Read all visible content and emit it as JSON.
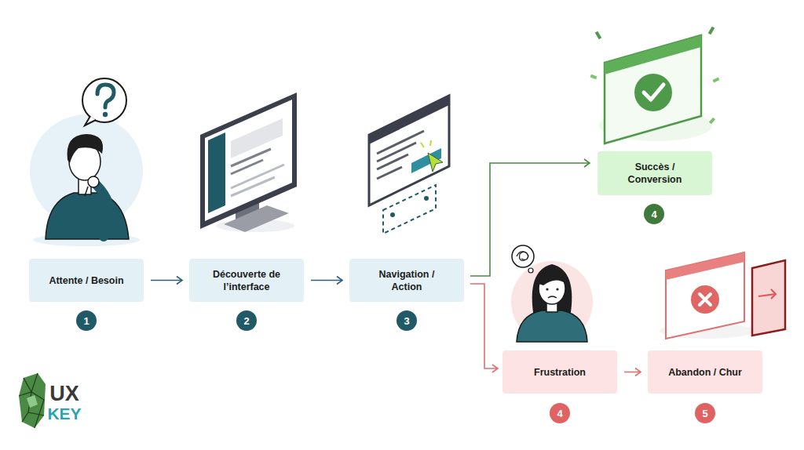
{
  "diagram": {
    "nodes": [
      {
        "text": [
          "Attente / Besoin"
        ]
      },
      {
        "text": [
          "Découverte de l’interface"
        ]
      },
      {
        "text": [
          "Navigation / Action"
        ]
      },
      {
        "text": [
          "Succès / Conversion"
        ]
      },
      {
        "text": [
          "Frustration"
        ]
      },
      {
        "text": [
          "Abandon / Chur"
        ]
      }
    ],
    "edges": [
      {
        "from": 0,
        "to": 1,
        "arrow": "to"
      },
      {
        "from": 1,
        "to": 2,
        "arrow": "to"
      },
      {
        "from": 2,
        "to": 3,
        "arrow": "to"
      },
      {
        "from": 2,
        "to": 4,
        "arrow": "to"
      },
      {
        "from": 4,
        "to": 5,
        "arrow": "to"
      }
    ],
    "labels": [
      "1",
      "2",
      "3",
      "4",
      "4",
      "5",
      "UX",
      "KEY"
    ]
  }
}
